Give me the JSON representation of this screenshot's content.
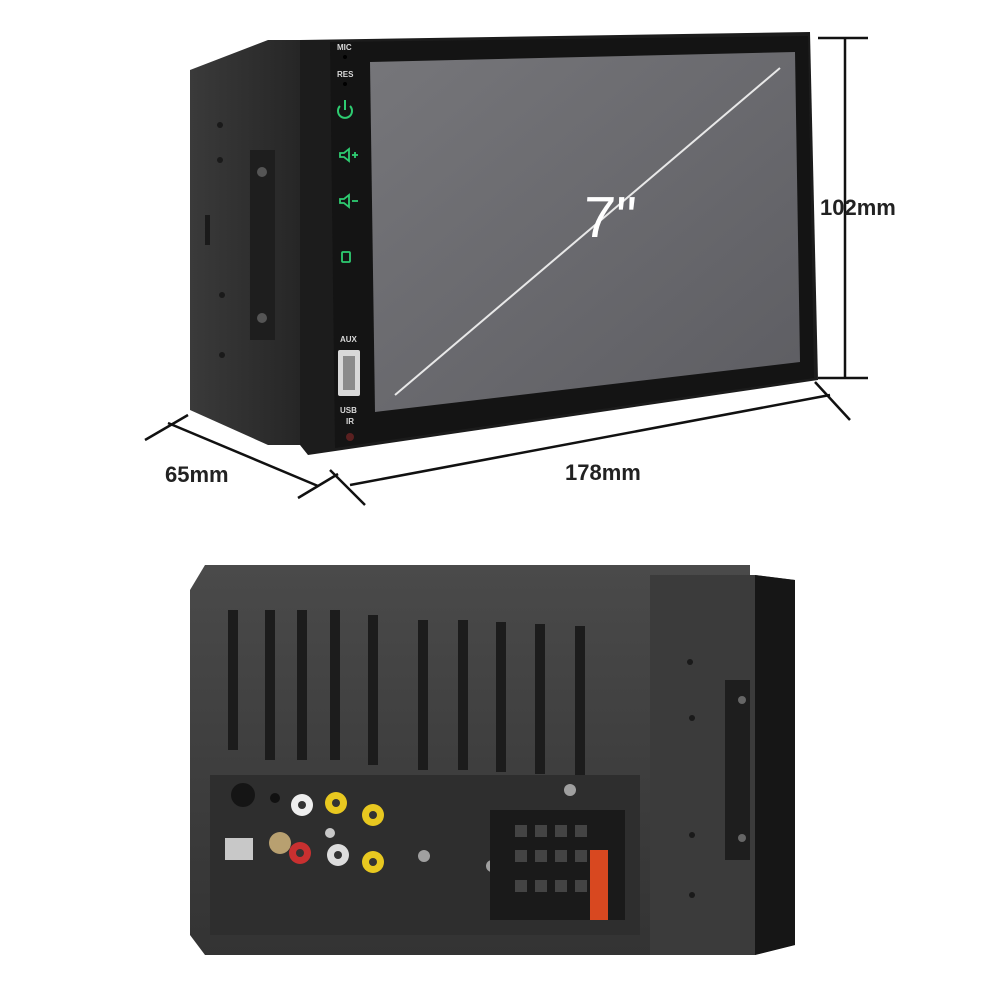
{
  "dimensions": {
    "height": "102mm",
    "depth": "65mm",
    "width": "178mm"
  },
  "screen_size": "7\"",
  "side_panel": {
    "mic": "MIC",
    "res": "RES",
    "aux": "AUX",
    "usb": "USB",
    "ir": "IR"
  },
  "icons": [
    "power-icon",
    "volume-up-icon",
    "volume-down-icon",
    "home-icon",
    "usb-port-icon"
  ],
  "colors": {
    "button_glow": "#2ecc71",
    "body": "#2b2b2b",
    "screen": "#6b6b6f"
  }
}
